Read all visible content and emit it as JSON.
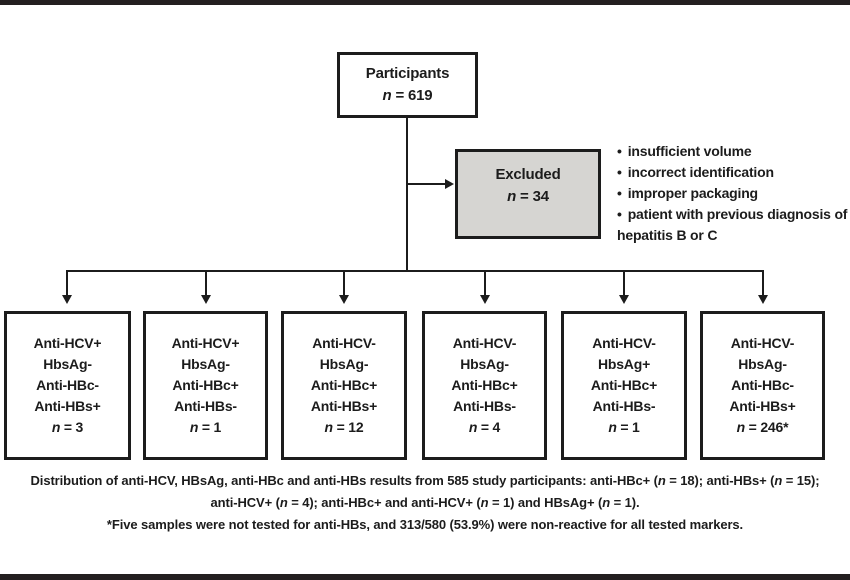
{
  "figure": {
    "participants": {
      "title": "Participants",
      "n": [
        {
          "t": "n",
          "i": true
        },
        {
          "t": " = 619"
        }
      ]
    },
    "excluded": {
      "title": "Excluded",
      "n": [
        {
          "t": "n",
          "i": true
        },
        {
          "t": " = 34"
        }
      ]
    },
    "bullet_char": "•",
    "exclusion_reasons": [
      "insufficient volume",
      "incorrect identification",
      "improper packaging",
      "patient with previous diagnosis of hepatitis B or C"
    ],
    "result_boxes": [
      {
        "lines": [
          "Anti-HCV+",
          "HbsAg-",
          "Anti-HBc-",
          "Anti-HBs+"
        ],
        "n": [
          {
            "t": "n",
            "i": true
          },
          {
            "t": " = 3"
          }
        ]
      },
      {
        "lines": [
          "Anti-HCV+",
          "HbsAg-",
          "Anti-HBc+",
          "Anti-HBs-"
        ],
        "n": [
          {
            "t": "n",
            "i": true
          },
          {
            "t": " = 1"
          }
        ]
      },
      {
        "lines": [
          "Anti-HCV-",
          "HbsAg-",
          "Anti-HBc+",
          "Anti-HBs+"
        ],
        "n": [
          {
            "t": "n",
            "i": true
          },
          {
            "t": " = 12"
          }
        ]
      },
      {
        "lines": [
          "Anti-HCV-",
          "HbsAg-",
          "Anti-HBc+",
          "Anti-HBs-"
        ],
        "n": [
          {
            "t": "n",
            "i": true
          },
          {
            "t": " = 4"
          }
        ]
      },
      {
        "lines": [
          "Anti-HCV-",
          "HbsAg+",
          "Anti-HBc+",
          "Anti-HBs-"
        ],
        "n": [
          {
            "t": "n",
            "i": true
          },
          {
            "t": " = 1"
          }
        ]
      },
      {
        "lines": [
          "Anti-HCV-",
          "HbsAg-",
          "Anti-HBc-",
          "Anti-HBs+"
        ],
        "n": [
          {
            "t": "n",
            "i": true
          },
          {
            "t": " = 246*"
          }
        ]
      }
    ]
  },
  "caption": {
    "line1": [
      {
        "t": "Distribution of anti-HCV, HBsAg, anti-HBc and anti-HBs results from 585 study participants: anti-HBc+ ("
      },
      {
        "t": "n",
        "i": true
      },
      {
        "t": " = 18); anti-HBs+ ("
      },
      {
        "t": "n",
        "i": true
      },
      {
        "t": " = 15);"
      }
    ],
    "line2": [
      {
        "t": "anti-HCV+ ("
      },
      {
        "t": "n",
        "i": true
      },
      {
        "t": " = 4); anti-HBc+ and anti-HCV+ ("
      },
      {
        "t": "n",
        "i": true
      },
      {
        "t": " = 1) and HBsAg+ ("
      },
      {
        "t": "n",
        "i": true
      },
      {
        "t": " = 1)."
      }
    ],
    "line3": [
      {
        "t": "*Five samples were not tested for anti-HBs, and 313/580 (53.9%) were non-reactive for all tested markers."
      }
    ]
  },
  "colors": {
    "frame_bar": "#231f20",
    "line": "#1c1c1c",
    "excluded_fill": "#d6d5d2"
  }
}
